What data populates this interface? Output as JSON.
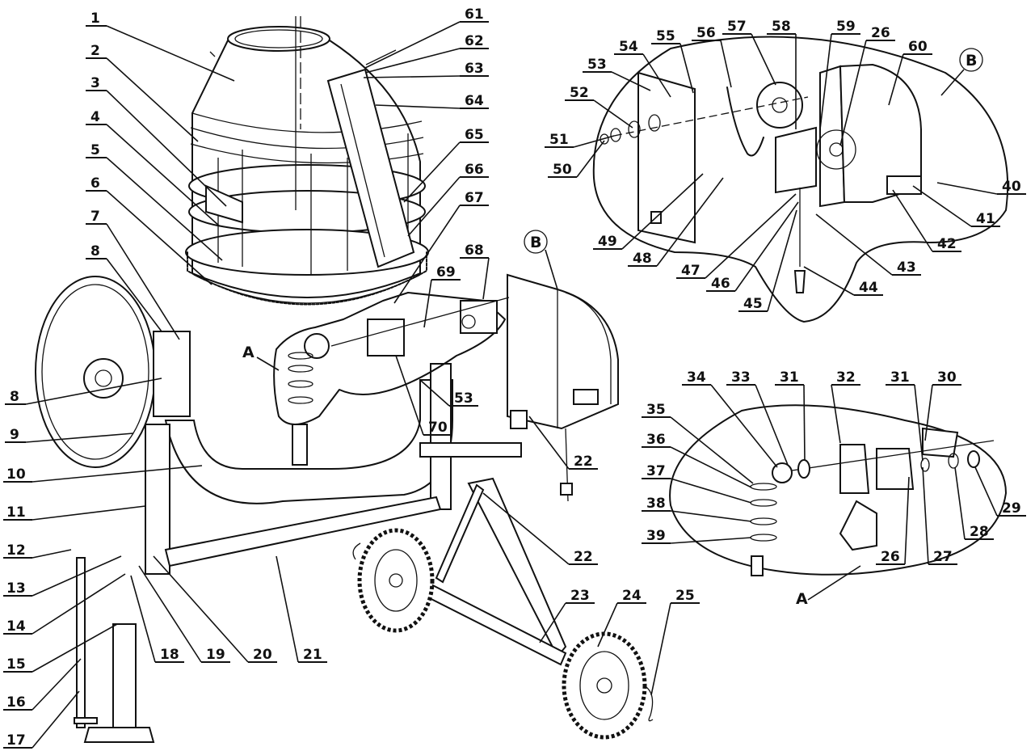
{
  "detail_letters": [
    "A",
    "B",
    "A",
    "B"
  ],
  "callouts": [
    "1",
    "2",
    "3",
    "4",
    "5",
    "6",
    "7",
    "8",
    "8",
    "9",
    "10",
    "11",
    "12",
    "13",
    "14",
    "15",
    "16",
    "17",
    "18",
    "19",
    "20",
    "21",
    "22",
    "22",
    "23",
    "24",
    "25",
    "26",
    "26",
    "27",
    "28",
    "29",
    "30",
    "31",
    "31",
    "32",
    "33",
    "34",
    "35",
    "36",
    "37",
    "38",
    "39",
    "40",
    "41",
    "42",
    "43",
    "44",
    "45",
    "46",
    "47",
    "48",
    "49",
    "50",
    "51",
    "52",
    "53",
    "53",
    "54",
    "55",
    "56",
    "57",
    "58",
    "59",
    "60",
    "61",
    "62",
    "63",
    "64",
    "65",
    "66",
    "67",
    "68",
    "69",
    "70"
  ]
}
